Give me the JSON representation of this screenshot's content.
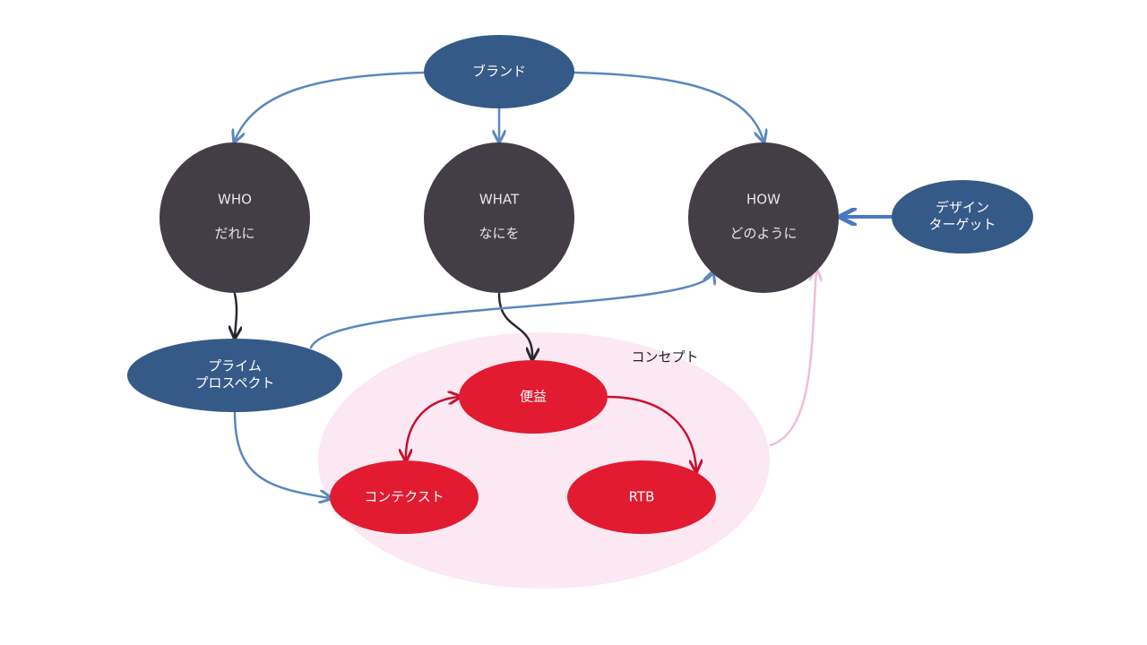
{
  "colors": {
    "blue_node": "#355a87",
    "dark_node": "#433d46",
    "red_node": "#e21b30",
    "concept_fill": "#fbe8f3",
    "blue_edge": "#5a87bf",
    "dark_edge": "#2b2830",
    "red_edge": "#c8102e",
    "pink_edge": "#f1bcd9",
    "arrow_design": "#4a78c4"
  },
  "nodes": {
    "brand": "ブランド",
    "who": {
      "en": "WHO",
      "ja": "だれに"
    },
    "what": {
      "en": "WHAT",
      "ja": "なにを"
    },
    "how": {
      "en": "HOW",
      "ja": "どのように"
    },
    "design_target": {
      "line1": "デザイン",
      "line2": "ターゲット"
    },
    "prime_prospect": {
      "line1": "プライム",
      "line2": "プロスペクト"
    },
    "benefit": "便益",
    "context": "コンテクスト",
    "rtb": "RTB"
  },
  "concept_label": "コンセプト"
}
